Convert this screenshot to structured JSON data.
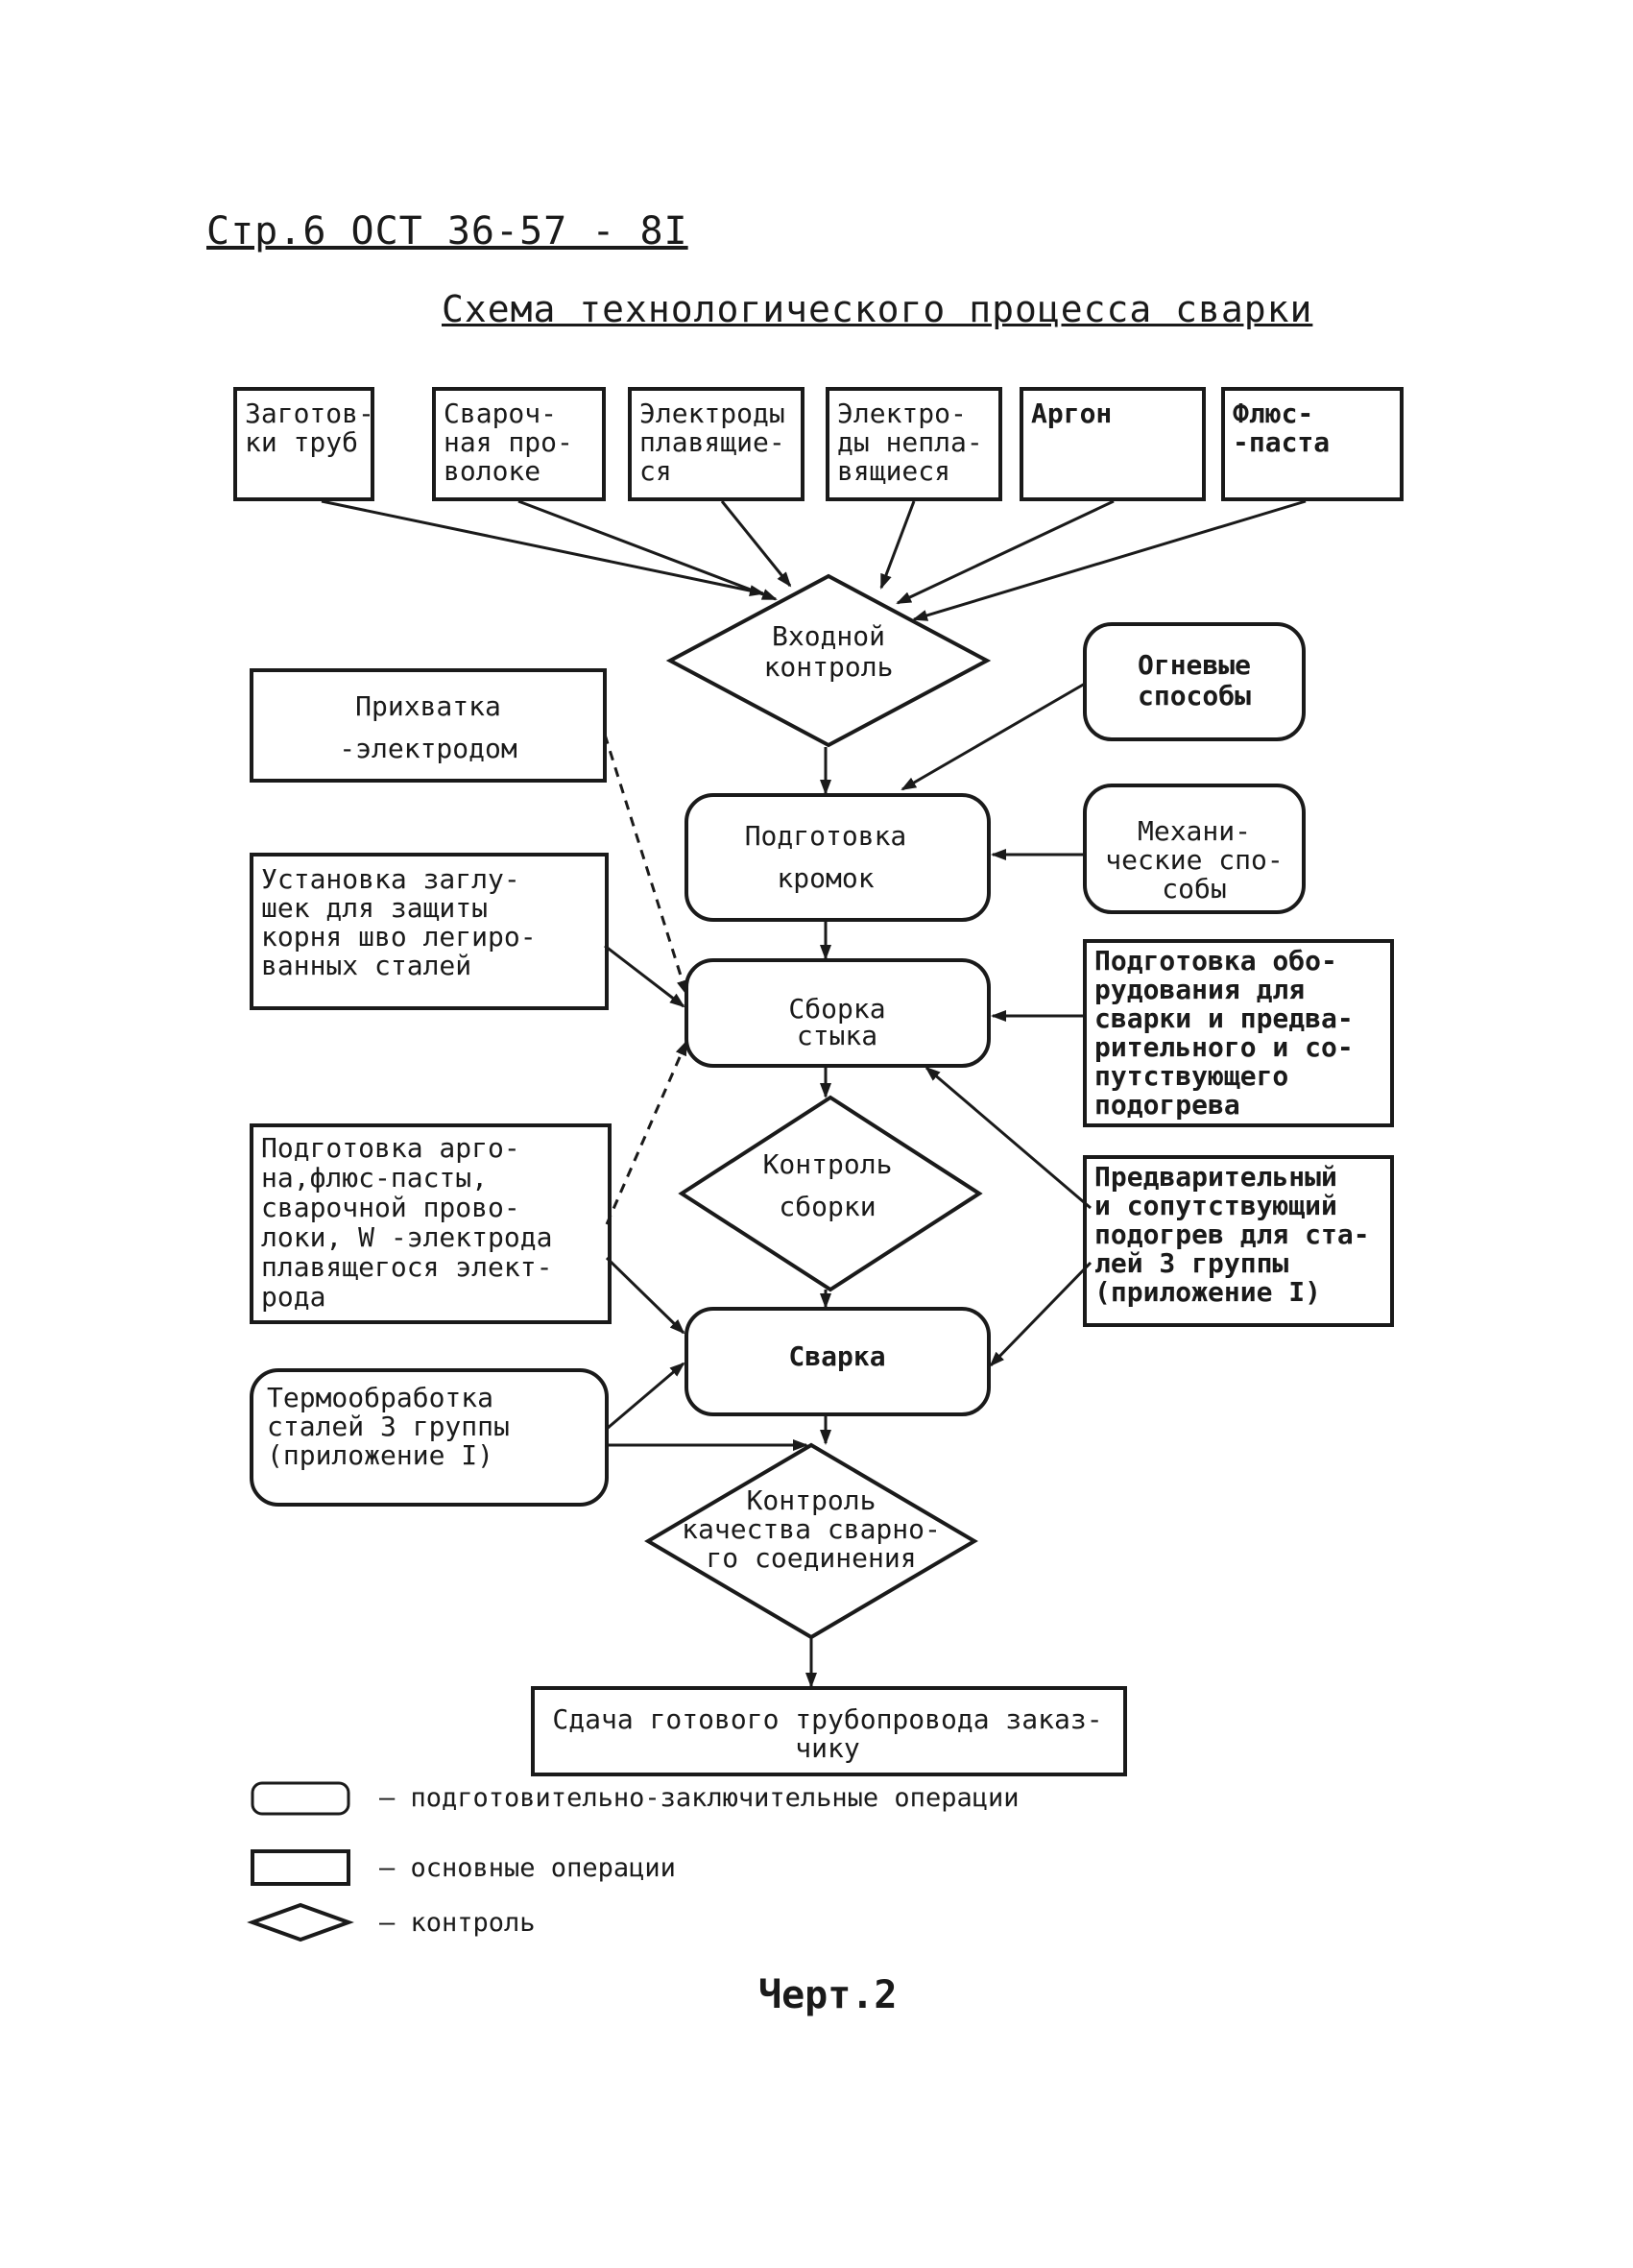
{
  "header": "Стр.6  ОСТ 36-57 - 8I",
  "title": "Схема технологического процесса сварки",
  "inputs": [
    {
      "lines": [
        "Заготов-",
        "ки труб"
      ],
      "bold": false
    },
    {
      "lines": [
        "Свароч-",
        "ная про-",
        "волоке"
      ],
      "bold": false
    },
    {
      "lines": [
        "Электроды",
        "плавящие-",
        "ся"
      ],
      "bold": false
    },
    {
      "lines": [
        "Электро-",
        "ды непла-",
        "вящиеся"
      ],
      "bold": false
    },
    {
      "lines": [
        "Аргон"
      ],
      "bold": true
    },
    {
      "lines": [
        "Флюс-",
        "-паста"
      ],
      "bold": true
    }
  ],
  "main_flow": {
    "incoming_control": [
      "Входной",
      "контроль"
    ],
    "edge_prep": [
      "Подготовка",
      "кромок"
    ],
    "joint_assembly": [
      "Сборка",
      "стыка"
    ],
    "assembly_control": [
      "Контроль",
      "сборки"
    ],
    "welding": [
      "Сварка"
    ],
    "quality_control": [
      "Контроль",
      "качества сварно-",
      "го соединения"
    ],
    "delivery": [
      "Сдача готового трубопровода заказ-",
      "чику"
    ]
  },
  "left_side": {
    "tack": [
      "Прихватка",
      "-электродом"
    ],
    "plugs": [
      "Установка заглу-",
      "шек для защиты",
      "корня шво легиро-",
      "ванных сталей"
    ],
    "argon_prep": [
      "Подготовка арго-",
      "на,флюс-пасты,",
      "сварочной прово-",
      "локи, W -электрода",
      "плавящегося элект-",
      "рода"
    ],
    "heat_treat": [
      "Термообработка",
      "сталей 3 группы",
      "(приложение I)"
    ]
  },
  "right_side": {
    "fire": [
      "Огневые",
      "способы"
    ],
    "mech": [
      "Механи-",
      "ческие спо-",
      "собы"
    ],
    "equip_prep": [
      "Подготовка обо-",
      "рудования для",
      "сварки и предва-",
      "рительного и со-",
      "путствующего",
      "подогрева"
    ],
    "preheat": [
      "Предварительный",
      "и сопутствующий",
      "подогрев для ста-",
      "лей 3 группы",
      "(приложение I)"
    ]
  },
  "legend": [
    {
      "symbol": "rounded-rect",
      "text": "— подготовительно-заключительные операции"
    },
    {
      "symbol": "rect",
      "text": "— основные операции"
    },
    {
      "symbol": "diamond",
      "text": "— контроль"
    }
  ],
  "caption": "Черт.2"
}
